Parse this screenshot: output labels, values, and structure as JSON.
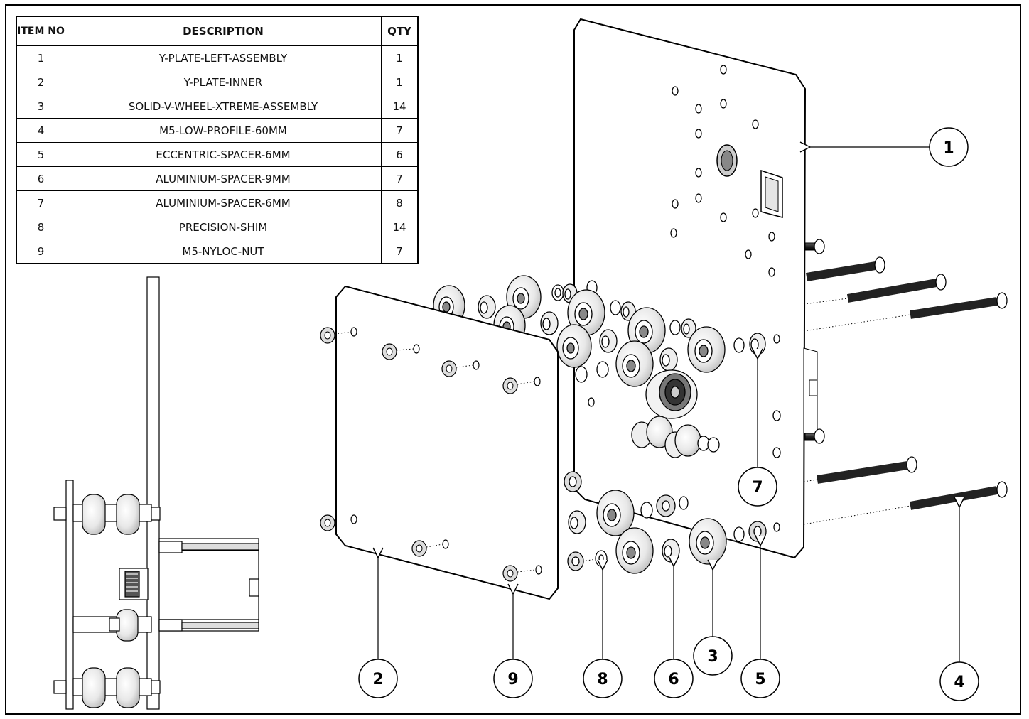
{
  "bom": {
    "headers": {
      "item_no": "ITEM NO",
      "description": "DESCRIPTION",
      "qty": "QTY"
    },
    "rows": [
      {
        "no": "1",
        "description": "Y-PLATE-LEFT-ASSEMBLY",
        "qty": "1"
      },
      {
        "no": "2",
        "description": "Y-PLATE-INNER",
        "qty": "1"
      },
      {
        "no": "3",
        "description": "SOLID-V-WHEEL-XTREME-ASSEMBLY",
        "qty": "14"
      },
      {
        "no": "4",
        "description": "M5-LOW-PROFILE-60MM",
        "qty": "7"
      },
      {
        "no": "5",
        "description": "ECCENTRIC-SPACER-6MM",
        "qty": "6"
      },
      {
        "no": "6",
        "description": "ALUMINIUM-SPACER-9MM",
        "qty": "7"
      },
      {
        "no": "7",
        "description": "ALUMINIUM-SPACER-6MM",
        "qty": "8"
      },
      {
        "no": "8",
        "description": "PRECISION-SHIM",
        "qty": "14"
      },
      {
        "no": "9",
        "description": "M5-NYLOC-NUT",
        "qty": "7"
      }
    ]
  },
  "balloons": {
    "b1": "1",
    "b2": "2",
    "b3": "3",
    "b4": "4",
    "b5": "5",
    "b6": "6",
    "b7": "7",
    "b8": "8",
    "b9": "9"
  }
}
